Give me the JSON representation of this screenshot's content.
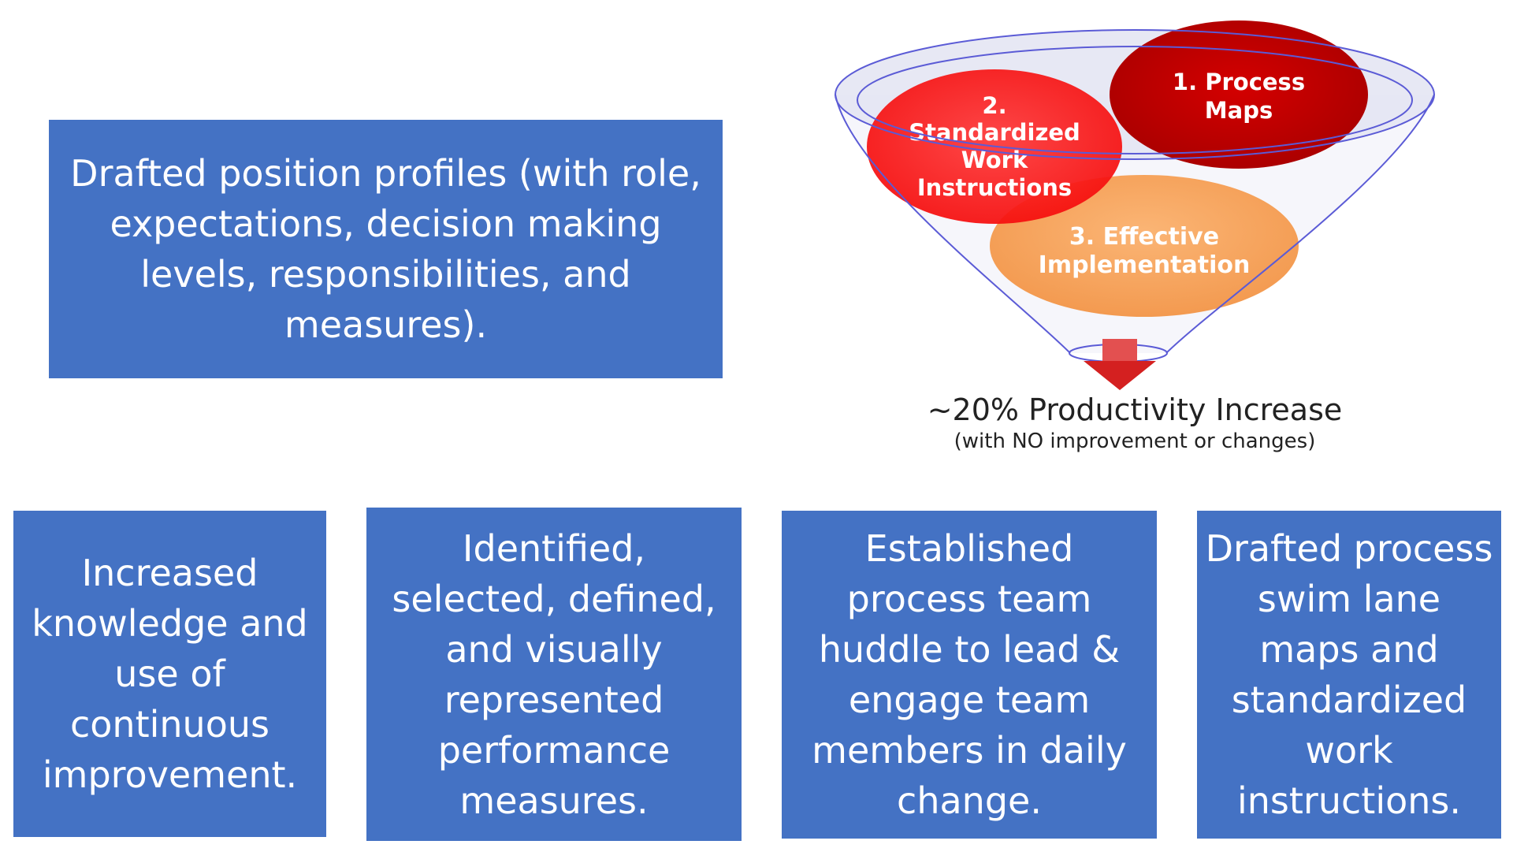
{
  "top_box": {
    "text": "Drafted position profiles (with role, expectations, decision making levels, responsibilities, and measures)."
  },
  "funnel": {
    "item_2": {
      "line1": "2.",
      "line2": "Standardized",
      "line3": "Work",
      "line4": "Instructions"
    },
    "item_1": {
      "line1": "1. Process",
      "line2": "Maps"
    },
    "item_3": {
      "line1": "3. Effective",
      "line2": "Implementation"
    },
    "result": "~20% Productivity Increase",
    "result_note": "(with NO improvement or changes)",
    "colors": {
      "funnel_outline": "#5b5bd6",
      "funnel_fill": "#e4e6f3",
      "item_2": "#ff1f1f",
      "item_1": "#c00000",
      "item_3": "#f8a35f",
      "arrow": "#e03030"
    }
  },
  "bottom_boxes": [
    {
      "text": "Increased knowledge and use of continuous improvement."
    },
    {
      "text": "Identified, selected, defined, and visually represented performance measures."
    },
    {
      "text": "Established process team huddle to lead & engage team members in daily change."
    },
    {
      "text": "Drafted process swim lane maps and standardized work instructions."
    }
  ],
  "colors": {
    "box_fill": "#4472c4",
    "box_text": "#ffffff"
  }
}
